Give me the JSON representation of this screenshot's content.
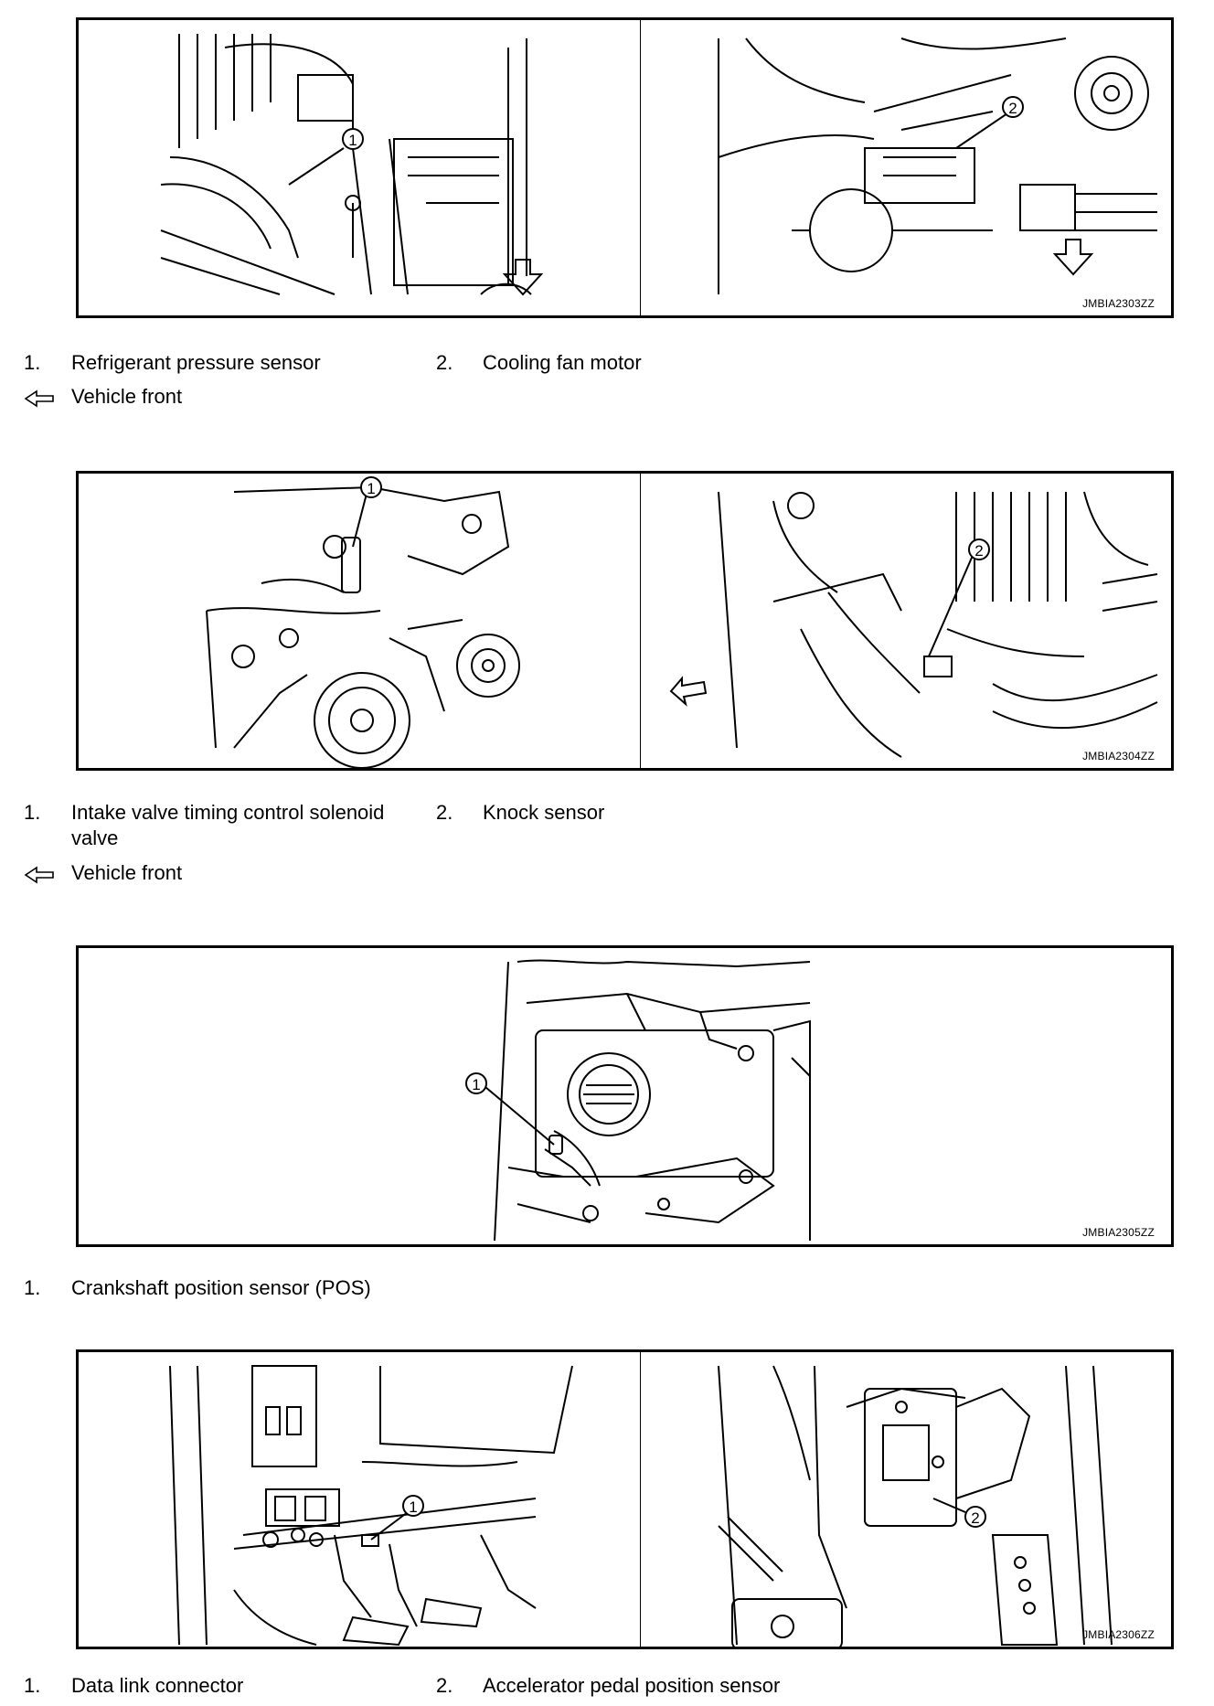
{
  "figures": [
    {
      "code": "JMBIA2303ZZ",
      "callouts": [
        "1",
        "2"
      ],
      "legend": [
        {
          "num": "1.",
          "text": "Refrigerant pressure sensor"
        },
        {
          "num": "2.",
          "text": "Cooling fan motor"
        }
      ],
      "front_label": "Vehicle front"
    },
    {
      "code": "JMBIA2304ZZ",
      "callouts": [
        "1",
        "2"
      ],
      "legend": [
        {
          "num": "1.",
          "text": "Intake valve timing control solenoid",
          "text2": "valve"
        },
        {
          "num": "2.",
          "text": "Knock sensor"
        }
      ],
      "front_label": "Vehicle front"
    },
    {
      "code": "JMBIA2305ZZ",
      "callouts": [
        "1"
      ],
      "legend": [
        {
          "num": "1.",
          "text": "Crankshaft position sensor (POS)"
        }
      ]
    },
    {
      "code": "JMBIA2306ZZ",
      "callouts": [
        "1",
        "2"
      ],
      "legend": [
        {
          "num": "1.",
          "text": "Data link connector"
        },
        {
          "num": "2.",
          "text": "Accelerator pedal position sensor"
        }
      ]
    }
  ]
}
